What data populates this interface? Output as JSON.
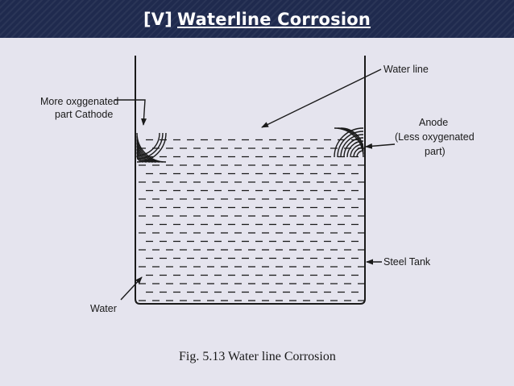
{
  "header": {
    "prefix": "[V]",
    "title": "Waterline Corrosion"
  },
  "diagram": {
    "labels": {
      "cathode_line1": "More oxggenated",
      "cathode_line2": "part Cathode",
      "water_line": "Water line",
      "anode_line1": "Anode",
      "anode_line2": "(Less oxygenated",
      "anode_line3": "part)",
      "steel_tank": "Steel Tank",
      "water": "Water"
    },
    "caption": "Fig. 5.13 Water line Corrosion"
  },
  "colors": {
    "header_bg": "#1f2a4e",
    "paper_bg": "#e5e4ee",
    "ink": "#1a1a1a"
  }
}
